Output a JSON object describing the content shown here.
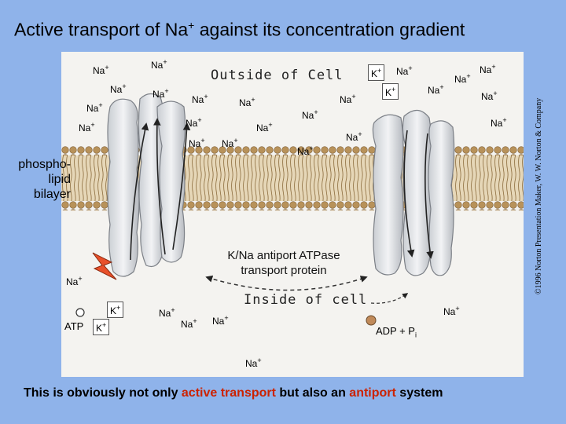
{
  "title_prefix": "Active transport of Na",
  "title_sup": "+",
  "title_suffix": " against its concentration gradient",
  "labels": {
    "outside": "Outside of Cell",
    "inside": "Inside of cell",
    "bilayer_line1": "phospho-",
    "bilayer_line2": "lipid",
    "bilayer_line3": "bilayer",
    "protein_line1": "K/Na antiport ATPase",
    "protein_line2": "transport protein",
    "atp": "ATP",
    "adp": "ADP + P",
    "adp_sub": "i"
  },
  "ion": {
    "na": "Na",
    "k": "K",
    "charge": "+"
  },
  "credit": "©1996 Norton Presentation Maker, W. W. Norton & Company",
  "caption": {
    "part1": "This is obviously not only ",
    "hl1": "active transport",
    "part2": " but also an ",
    "hl2": "antiport",
    "part3": " system"
  },
  "colors": {
    "background": "#8fb3ea",
    "highlight": "#cc2200",
    "membrane": "#9a7a4a"
  }
}
